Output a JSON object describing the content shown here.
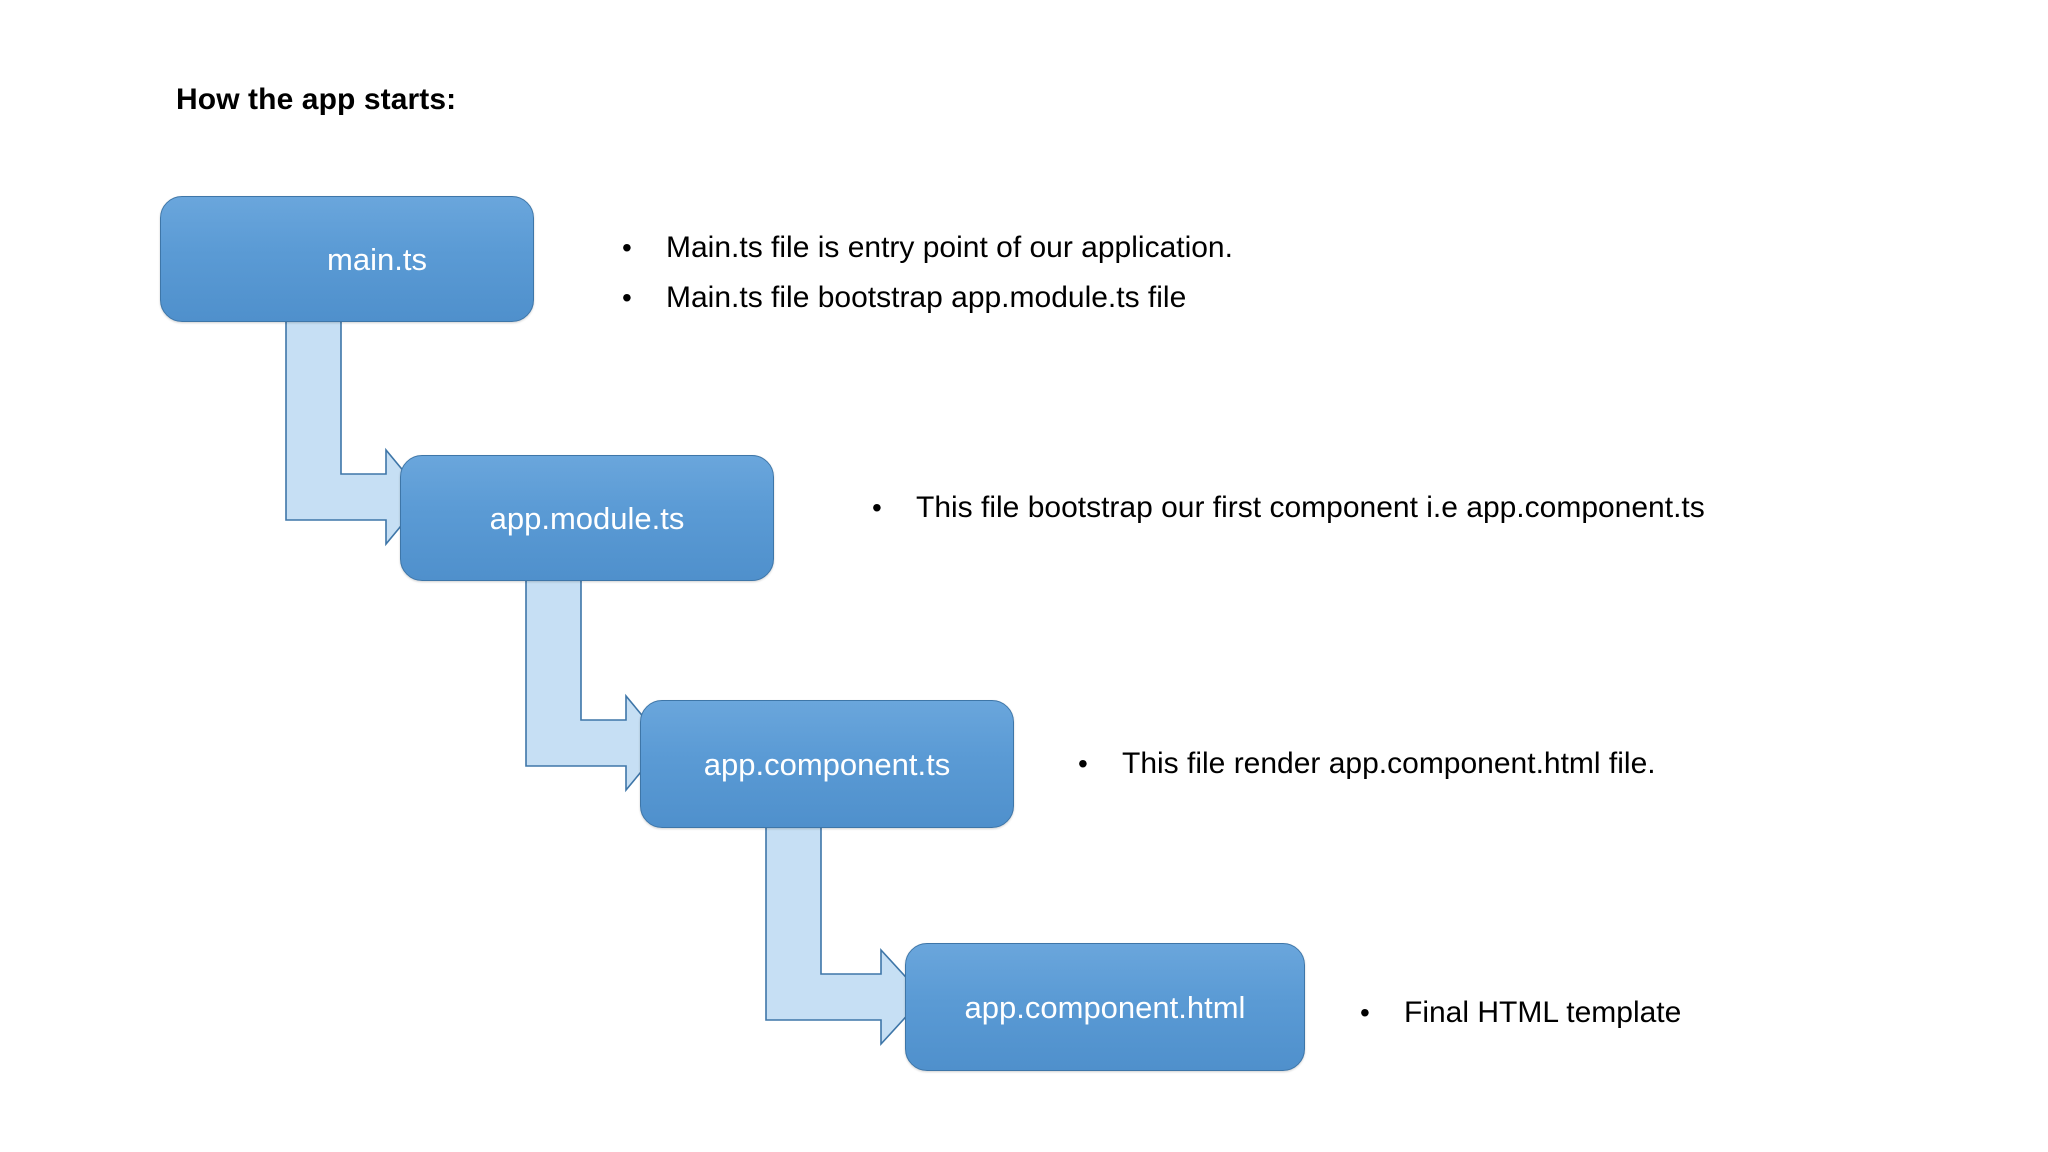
{
  "slide": {
    "title": "How the app starts:",
    "background_color": "#FFFFFF"
  },
  "theme": {
    "box_fill": "#5B9BD5",
    "box_border": "#3E76A8",
    "box_text_color": "#FFFFFF",
    "arrow_fill": "#C6DFF4",
    "arrow_border": "#3E76A8",
    "text_color": "#000000"
  },
  "flow": {
    "nodes": [
      {
        "id": "main-ts",
        "label": "main.ts"
      },
      {
        "id": "app-module-ts",
        "label": "app.module.ts"
      },
      {
        "id": "app-component-ts",
        "label": "app.component.ts"
      },
      {
        "id": "app-component-html",
        "label": "app.component.html"
      }
    ],
    "connectors": [
      {
        "id": "arrow-main-to-module",
        "from": "main-ts",
        "to": "app-module-ts",
        "shape": "elbow-arrow-right"
      },
      {
        "id": "arrow-module-to-component",
        "from": "app-module-ts",
        "to": "app-component-ts",
        "shape": "elbow-arrow-right"
      },
      {
        "id": "arrow-component-to-html",
        "from": "app-component-ts",
        "to": "app-component-html",
        "shape": "elbow-arrow-right"
      }
    ]
  },
  "notes": {
    "bullet_glyph": "•",
    "main_ts": [
      "Main.ts file is entry point of our application.",
      "Main.ts file bootstrap app.module.ts file"
    ],
    "app_module_ts": [
      "This file bootstrap our first component i.e app.component.ts"
    ],
    "app_component_ts": [
      "This file render app.component.html file."
    ],
    "app_component_html": [
      "Final HTML template"
    ]
  }
}
